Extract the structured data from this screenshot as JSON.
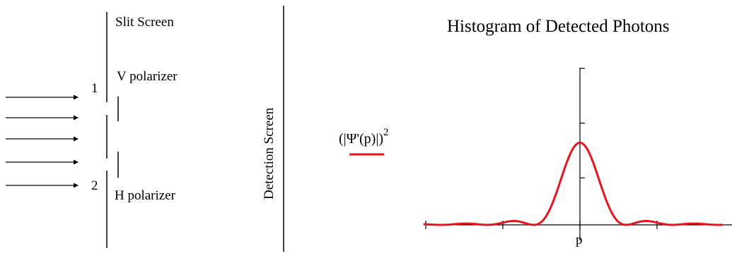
{
  "diagram": {
    "slit_screen_label": "Slit Screen",
    "v_polarizer_label": "V polarizer",
    "h_polarizer_label": "H polarizer",
    "slit_1_label": "1",
    "slit_2_label": "2",
    "detection_screen_label": "Detection Screen",
    "incoming_arrow_count": 5
  },
  "chart": {
    "title": "Histogram of Detected Photons",
    "x_axis_label": "p",
    "legend_text": "(|Ψ'(p)|)",
    "legend_exponent": "2",
    "legend_color": "#e8141b",
    "curve_color": "#e8141b"
  },
  "chart_data": {
    "type": "line",
    "title": "Histogram of Detected Photons",
    "xlabel": "p",
    "ylabel": "",
    "xlim": [
      -2,
      1.85
    ],
    "ylim": [
      0,
      2
    ],
    "x_ticks": [
      -2,
      -1,
      0,
      1
    ],
    "y_ticks": [
      0.6,
      1.3,
      2.0
    ],
    "series": [
      {
        "name": "(|Ψ'(p)|)²",
        "function": "sinc^2",
        "peak": 1.05,
        "first_zero": 0.6
      }
    ]
  }
}
